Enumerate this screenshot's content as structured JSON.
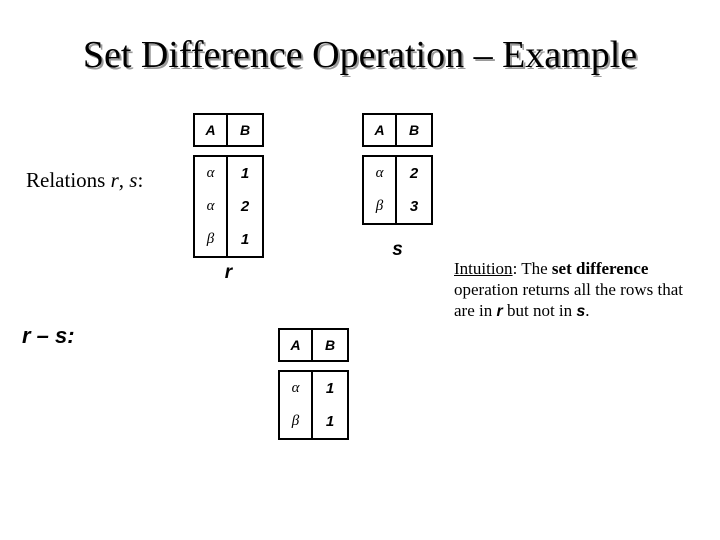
{
  "slide": {
    "title": "Set Difference Operation – Example",
    "background_color": "#ffffff",
    "text_color": "#000000",
    "title_shadow_color": "#9a9a9a"
  },
  "labels": {
    "relations_prefix": "Relations ",
    "relations_r": "r",
    "relations_comma": ", ",
    "relations_s": "s",
    "relations_suffix": ":",
    "result_r": "r",
    "result_minus": " – ",
    "result_s": "s",
    "result_suffix": ":"
  },
  "tables": {
    "r": {
      "name": "r",
      "columns": [
        "A",
        "B"
      ],
      "rows": [
        [
          "α",
          "1"
        ],
        [
          "α",
          "2"
        ],
        [
          "β",
          "1"
        ]
      ]
    },
    "s": {
      "name": "s",
      "columns": [
        "A",
        "B"
      ],
      "rows": [
        [
          "α",
          "2"
        ],
        [
          "β",
          "3"
        ]
      ]
    },
    "result": {
      "name": "",
      "columns": [
        "A",
        "B"
      ],
      "rows": [
        [
          "α",
          "1"
        ],
        [
          "β",
          "1"
        ]
      ]
    }
  },
  "intuition": {
    "heading": "Intuition",
    "colon": ": ",
    "text_1": "The ",
    "bold_1": "set difference",
    "text_2": " operation returns all the rows that are in ",
    "rel_r": "r",
    "text_3": " but not in ",
    "rel_s": "s",
    "text_4": "."
  }
}
